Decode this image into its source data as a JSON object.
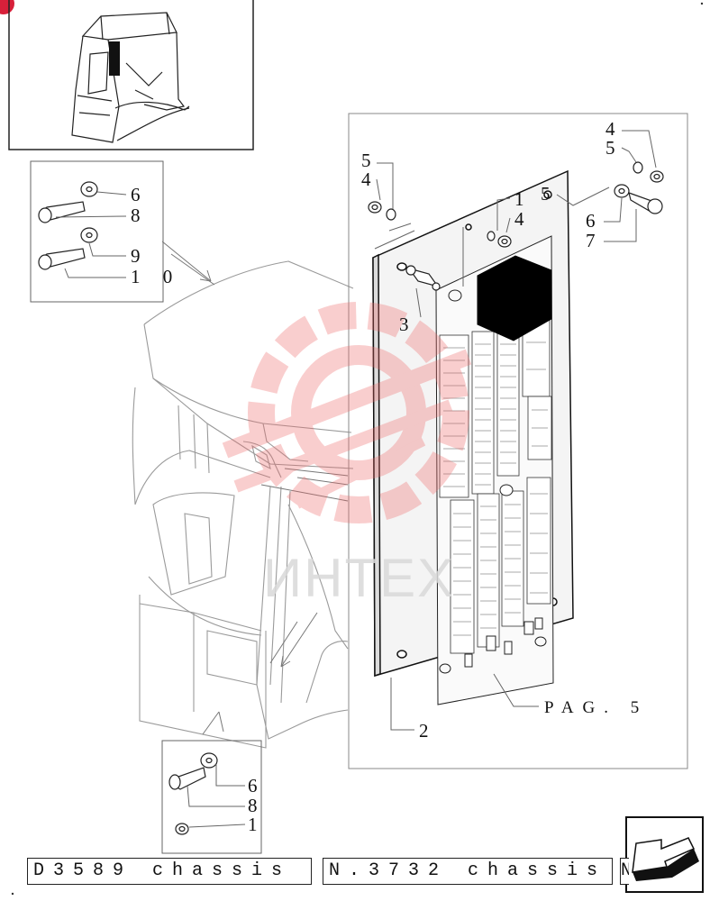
{
  "watermark": {
    "text": "ИНТЕХ",
    "color": "#ef6a6a"
  },
  "callouts": {
    "top_left_group": [
      "6",
      "8",
      "9",
      "1 0"
    ],
    "bottom_group": [
      "6",
      "8",
      "1"
    ],
    "panel_top_left": [
      "5",
      "4"
    ],
    "panel_top_mid": [
      "1",
      "4"
    ],
    "panel_top_right_upper": [
      "4",
      "5"
    ],
    "panel_top_right_lower": [
      "5",
      "6",
      "7"
    ],
    "panel_spacer": "3",
    "panel_board": "2",
    "page_ref": "PAG. 5"
  },
  "footer": {
    "left": "D3589 chassis",
    "right": "N.3732 chassis",
    "tail": "N"
  },
  "icons": [
    "cab-thumbnail-icon",
    "next-page-arrow-icon",
    "red-corner-marker-icon"
  ]
}
